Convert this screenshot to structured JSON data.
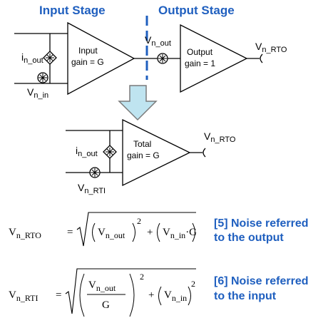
{
  "stage_titles": {
    "input": "Input Stage",
    "output": "Output Stage"
  },
  "top_diagram": {
    "input_amp": {
      "line1": "Input",
      "line2": "gain = G"
    },
    "output_amp": {
      "line1": "Output",
      "line2": "gain = 1"
    },
    "current_noise_label": {
      "main": "i",
      "sub": "n_out"
    },
    "input_voltage_noise_label": {
      "main": "V",
      "sub": "n_in"
    },
    "output_voltage_noise_label": {
      "main": "V",
      "sub": "n_out"
    },
    "output_label": {
      "main": "V",
      "sub": "n_RTO"
    }
  },
  "bottom_diagram": {
    "total_amp": {
      "line1": "Total",
      "line2": "gain = G"
    },
    "current_noise_label": {
      "main": "i",
      "sub": "n_out"
    },
    "voltage_noise_label": {
      "main": "V",
      "sub": "n_RTI"
    },
    "output_label": {
      "main": "V",
      "sub": "n_RTO"
    }
  },
  "equations": [
    {
      "lhs_main": "V",
      "lhs_sub": "n_RTO",
      "term1_main": "V",
      "term1_sub": "n_out",
      "exp": "2",
      "plus": "+",
      "term2_main": "V",
      "term2_sub": "n_in",
      "term2_tail": "·G",
      "note_line1": "[5] Noise referred",
      "note_line2": "to the output"
    },
    {
      "lhs_main": "V",
      "lhs_sub": "n_RTI",
      "num_main": "V",
      "num_sub": "n_out",
      "den": "G",
      "exp1": "2",
      "plus": "+",
      "term2_main": "V",
      "term2_sub": "n_in",
      "exp2": "2",
      "note_line1": "[6] Noise referred",
      "note_line2": "to the input"
    }
  ],
  "colors": {
    "accent_text": "#1f5fbf",
    "arrow_fill": "#bfe4f0",
    "arrow_stroke": "#7a7a7a",
    "divider": "#1f5fbf"
  }
}
